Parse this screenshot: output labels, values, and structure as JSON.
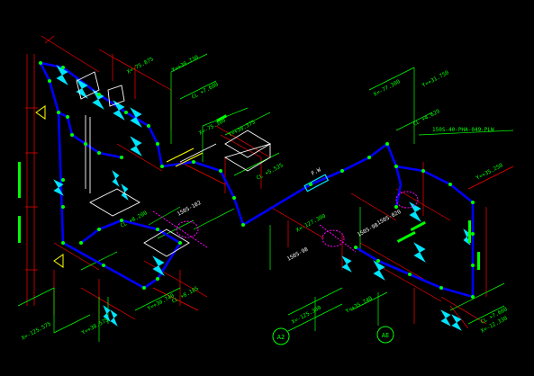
{
  "drawing": {
    "elevations": [
      {
        "key": "cl1",
        "text": "CL +7.600"
      },
      {
        "key": "cl2",
        "text": "CL +5.525"
      },
      {
        "key": "cl3",
        "text": "CL +4.629"
      },
      {
        "key": "cl4",
        "text": "CL +8.200"
      },
      {
        "key": "cl5",
        "text": "CL +8.185"
      },
      {
        "key": "cl6",
        "text": "CL +7.600"
      }
    ],
    "coordinates": [
      {
        "key": "c1",
        "text": "X=-75.875"
      },
      {
        "key": "c2",
        "text": "Y=+30.730"
      },
      {
        "key": "c3",
        "text": "X=-75.380"
      },
      {
        "key": "c4",
        "text": "Y=+30.375"
      },
      {
        "key": "c5",
        "text": "X=-77.300"
      },
      {
        "key": "c6",
        "text": "Y=+31.750"
      },
      {
        "key": "c7",
        "text": "X=-125.575"
      },
      {
        "key": "c8",
        "text": "Y=+30.575"
      },
      {
        "key": "c9",
        "text": "Y=+30.740"
      },
      {
        "key": "c10",
        "text": "X=-125.300"
      },
      {
        "key": "c11",
        "text": "Y=+35.740"
      },
      {
        "key": "c12",
        "text": "X=-127.300"
      },
      {
        "key": "c13",
        "text": "Y=+35.250"
      },
      {
        "key": "c14",
        "text": "X=-12.330"
      }
    ],
    "line_number": "150S-40-PHA-049-PLW",
    "tags": [
      {
        "key": "t1",
        "text": "150S-102"
      },
      {
        "key": "t2",
        "text": "150S-98"
      },
      {
        "key": "t3",
        "text": "150S-020"
      },
      {
        "key": "t4",
        "text": "150S-98"
      },
      {
        "key": "t5",
        "text": "F.W"
      }
    ],
    "grid_markers": [
      {
        "key": "g1",
        "text": "A2"
      },
      {
        "key": "g2",
        "text": "AE"
      }
    ],
    "colors": {
      "pipe": "#0000ff",
      "dimension": "#ff0000",
      "annotation": "#00ff00",
      "node": "#00ff00",
      "fitting": "#00e5ff",
      "tag": "#ffffff",
      "highlight": "#ff00ff",
      "support": "#ffff00"
    }
  }
}
